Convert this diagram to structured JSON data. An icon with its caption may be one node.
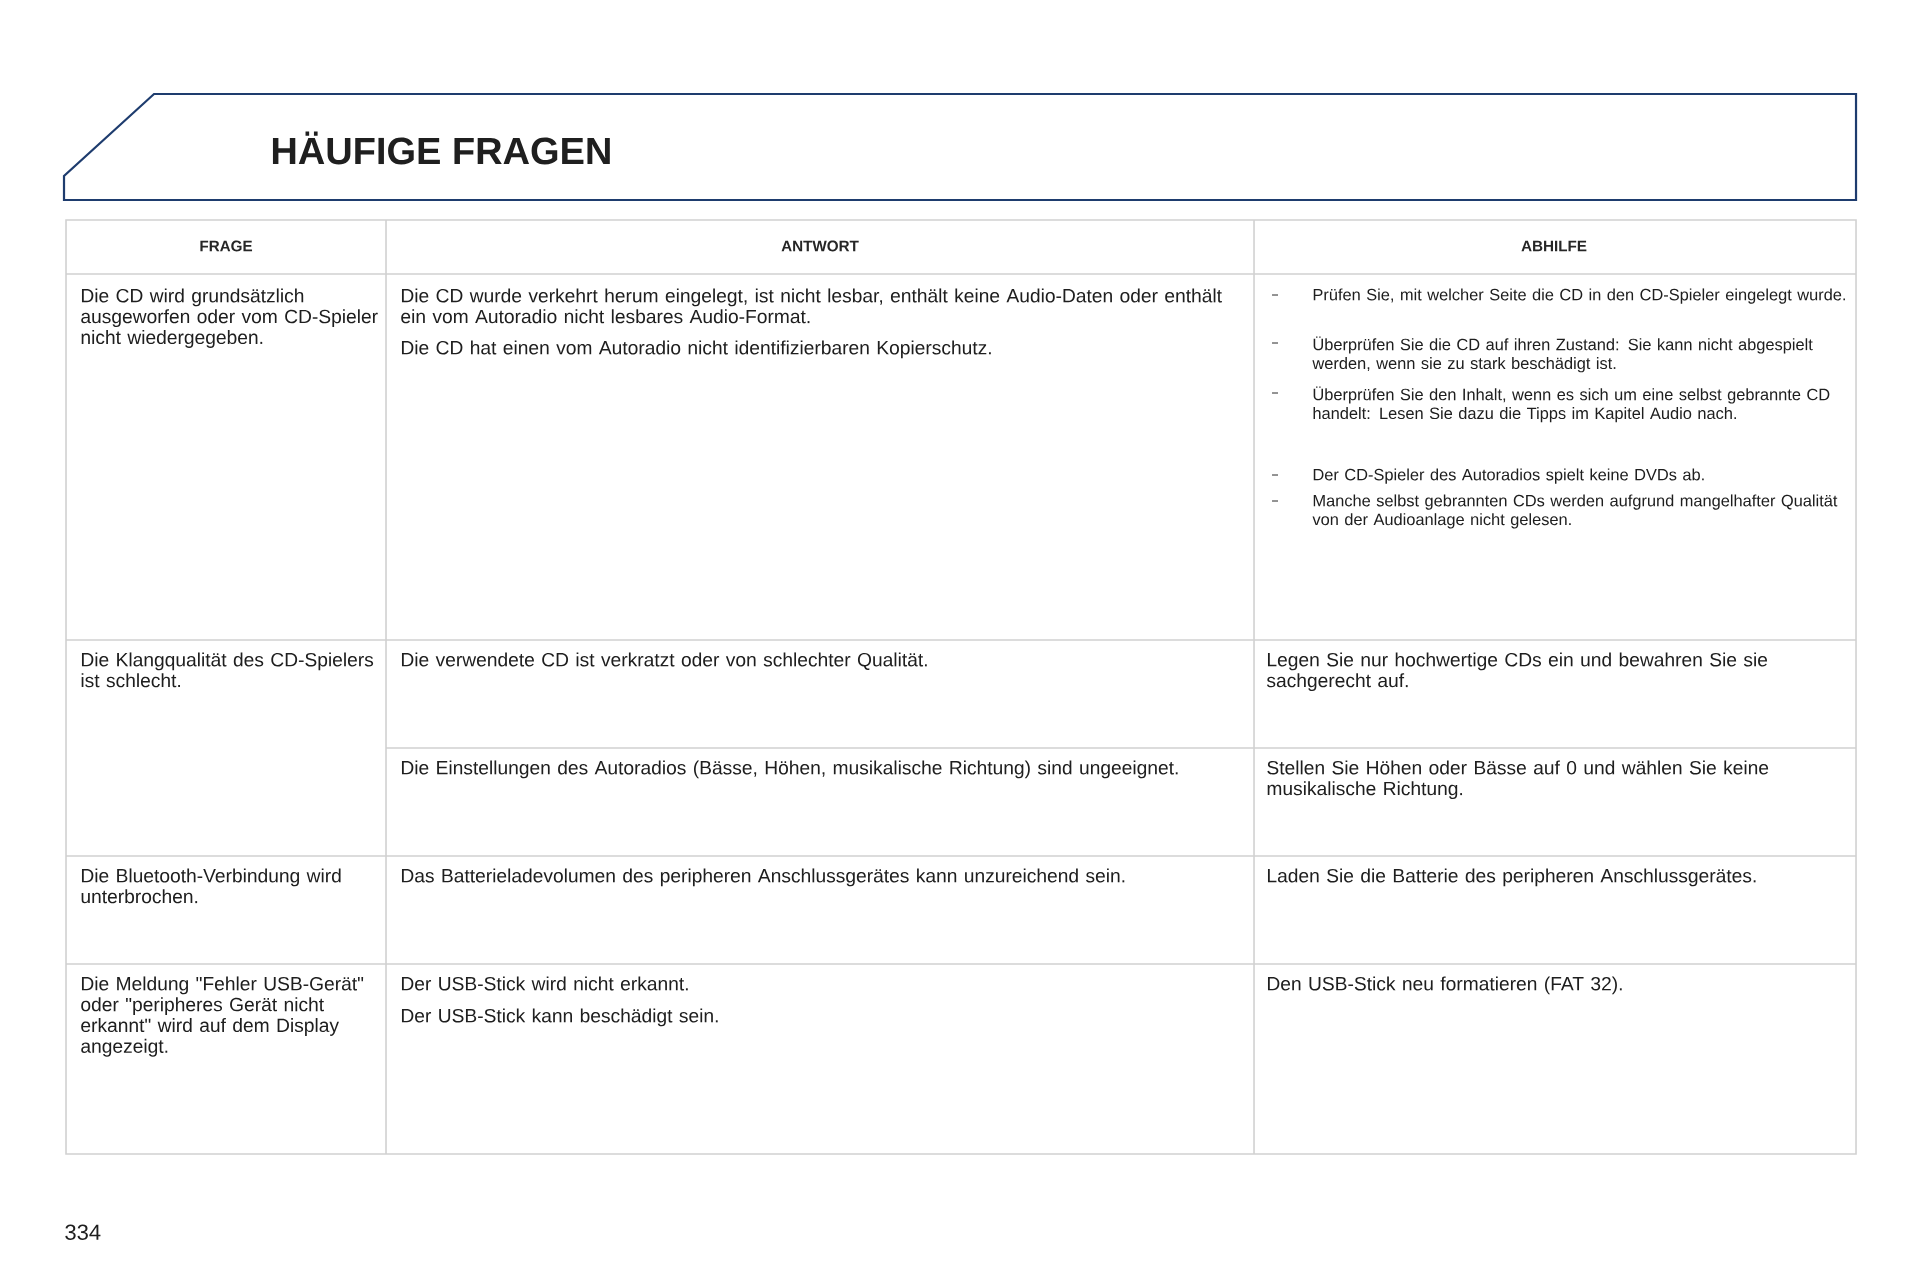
{
  "diagram": {
    "title": "HÄUFIGE FRAGEN",
    "labels": [
      "FRAGE",
      "ANTWORT",
      "ABHILFE",
      "Die CD wird grundsätzlich ausgeworfen oder vom CD-Spieler nicht wiedergegeben.",
      "Die CD wurde verkehrt herum eingelegt, ist nicht lesbar, enthält keine Audio-Daten oder enthält ein vom Autoradio nicht lesbares Audio-Format.",
      "Die CD hat einen vom Autoradio nicht identifizierbaren Kopierschutz.",
      "Prüfen Sie, mit welcher Seite die CD in den CD-Spieler eingelegt wurde.",
      "Überprüfen Sie die CD auf ihren Zustand: Sie kann nicht abgespielt werden, wenn sie zu stark beschädigt ist.",
      "Überprüfen Sie den Inhalt, wenn es sich um eine selbst gebrannte CD handelt: Lesen Sie dazu die Tipps im Kapitel Audio nach.",
      "Der CD-Spieler des Autoradios spielt keine DVDs ab.",
      "Manche selbst gebrannten CDs werden aufgrund mangelhafter Qualität von der Audioanlage nicht gelesen.",
      "Die Klangqualität des CD-Spielers ist schlecht.",
      "Die verwendete CD ist verkratzt oder von schlechter Qualität.",
      "Legen Sie nur hochwertige CDs ein und bewahren Sie sie sachgerecht auf.",
      "Die Einstellungen des Autoradios (Bässe, Höhen, musikalische Richtung) sind ungeeignet.",
      "Stellen Sie Höhen oder Bässe auf 0 und wählen Sie keine musikalische Richtung.",
      "Die Bluetooth-Verbindung wird unterbrochen.",
      "Das Batterieladevolumen des peripheren Anschlussgerätes kann unzureichend sein.",
      "Laden Sie die Batterie des peripheren Anschlussgerätes.",
      "Die Meldung \"Fehler USB-Gerät\" oder \"peripheres Gerät nicht erkannt\" wird auf dem Display angezeigt.",
      "Der USB-Stick wird nicht erkannt.",
      "Der USB-Stick kann beschädigt sein.",
      "Den USB-Stick neu formatieren (FAT 32).",
      "334"
    ]
  }
}
